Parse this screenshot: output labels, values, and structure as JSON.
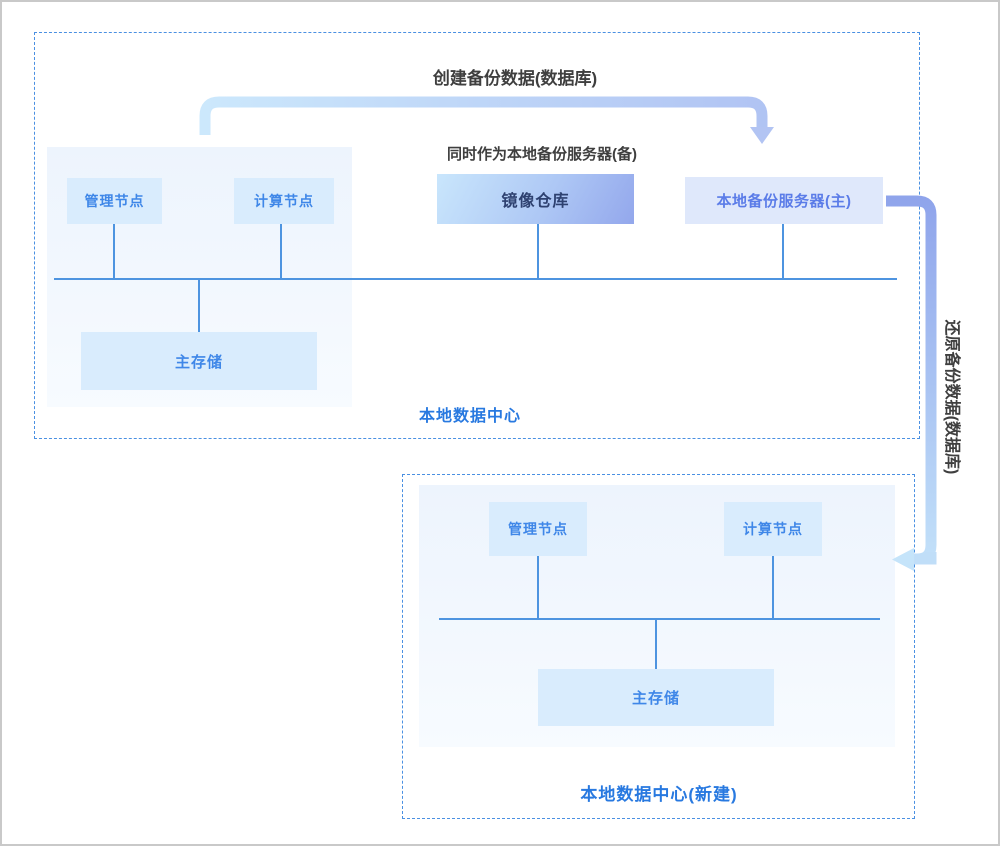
{
  "diagram": {
    "flows": {
      "create_backup": "创建备份数据(数据库)",
      "standby_note": "同时作为本地备份服务器(备)",
      "restore_backup": "还原备份数据(数据库)"
    },
    "datacenter_top": {
      "label": "本地数据中心",
      "nodes": {
        "management": "管理节点",
        "compute": "计算节点",
        "mirror_repository": "镜像仓库",
        "backup_server_primary": "本地备份服务器(主)",
        "primary_storage": "主存储"
      }
    },
    "datacenter_bottom": {
      "label": "本地数据中心(新建)",
      "nodes": {
        "management": "管理节点",
        "compute": "计算节点",
        "primary_storage": "主存储"
      }
    },
    "colors": {
      "dashed_border": "#4a90e2",
      "bus_line": "#4e94e0",
      "node_fill": "#d9ecfd",
      "node_text": "#3f87e8",
      "mirror_gradient_start": "#c9e6fc",
      "mirror_gradient_end": "#93a7ec",
      "backup_fill": "#dfe8fb",
      "backup_text": "#5b7ce8",
      "arrow_light": "#cce8fc",
      "arrow_periwinkle": "#98abee",
      "label_text": "#3f3f3f",
      "dc_label_text": "#2879e0"
    }
  }
}
